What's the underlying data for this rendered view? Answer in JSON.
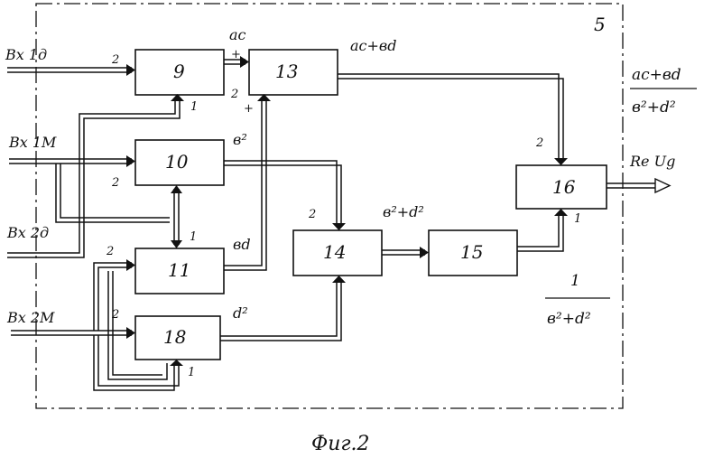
{
  "frame_label": "5",
  "blocks": {
    "b9": "9",
    "b10": "10",
    "b11": "11",
    "b13": "13",
    "b14": "14",
    "b15": "15",
    "b16": "16",
    "b18": "18"
  },
  "inputs": {
    "in1": "Вх 1д",
    "in2": "Вх 1М",
    "in3": "Вх 2д",
    "in4": "Вх 2М"
  },
  "signals": {
    "ac": "ас",
    "ac_plus_bd": "ас+вd",
    "b2": "в²",
    "bd": "вd",
    "d2": "d²",
    "b2_plus_d2": "в²+d²",
    "re_ug": "Re Ug"
  },
  "formulas": {
    "out_num": "ас+вd",
    "out_den": "в²+d²",
    "inv_num": "1",
    "inv_den": "в²+d²"
  },
  "pins": {
    "p1": "1",
    "p2": "2",
    "plus": "+"
  },
  "caption": "Фиг.2"
}
